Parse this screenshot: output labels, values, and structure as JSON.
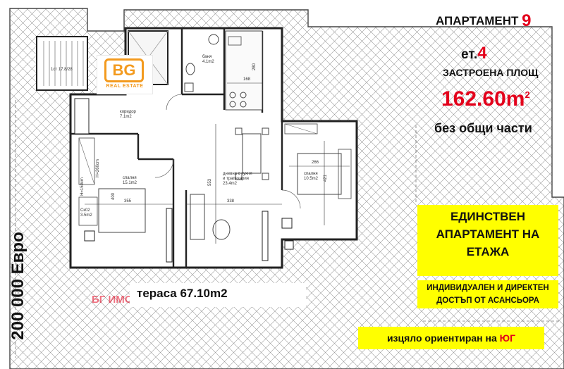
{
  "header": {
    "apartment_label": "АПАРТАМЕНТ",
    "apartment_number": "9",
    "floor_label": "ет.",
    "floor_number": "4",
    "built_area_label": "ЗАСТРОЕНА ПЛОЩ",
    "area_value": "162.60m",
    "area_exp": "2",
    "no_common_parts": "без общи части"
  },
  "badges": {
    "only_apartment": "ЕДИНСТВЕН АПАРТАМЕНТ НА ЕТАЖА",
    "elevator_access": "ИНДИВИДУАЛЕН И ДИРЕКТЕН ДОСТЪП ОТ АСАНСЬОРА",
    "orientation_text": "изцяло ориентиран на",
    "orientation_dir": "ЮГ"
  },
  "price": "200 000 Евро",
  "terrace": "тераса 67.10m2",
  "watermark": "БГ ИМОТИ",
  "logo": {
    "mark": "BG",
    "sub": "REAL ESTATE"
  },
  "rooms": {
    "stairs": "1ст 17.8/28",
    "bath_name": "баня",
    "bath_area": "4.1m2",
    "corridor_name": "коридор",
    "corridor_area": "7.1m2",
    "bedroom1_name": "спалня",
    "bedroom1_area": "15.1m2",
    "living_name1": "дневна с кухня",
    "living_name2": "и трапезария",
    "living_area": "23.4m2",
    "bedroom2_name": "спалня",
    "bedroom2_area": "10.5m2",
    "closet": "Ск02",
    "closet_area": "3.5m2"
  },
  "dimensions": {
    "d168": "168",
    "d280": "280",
    "d355": "355",
    "d338": "338",
    "d553": "553",
    "d266": "266",
    "d421": "421",
    "d400": "400",
    "h1": "H=150cm",
    "h2": "H=260cm"
  }
}
